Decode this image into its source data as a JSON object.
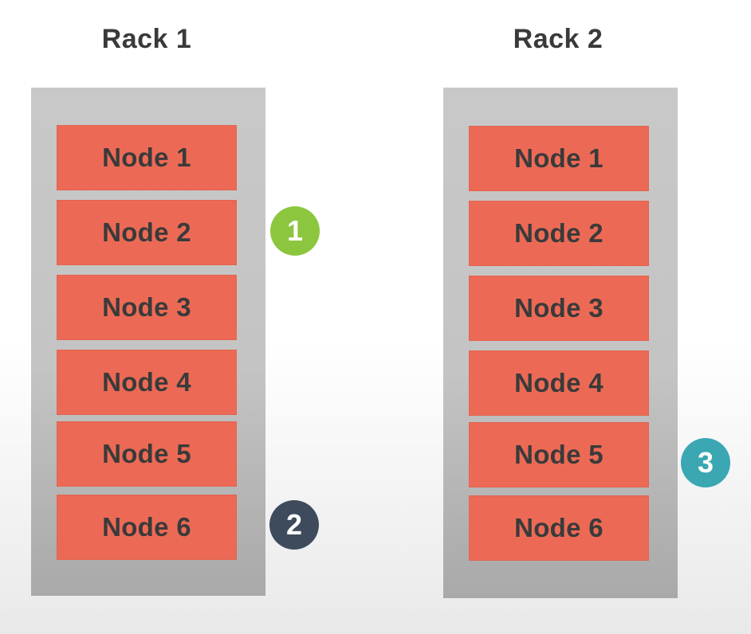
{
  "racks": [
    {
      "title": "Rack 1",
      "nodes": [
        "Node 1",
        "Node 2",
        "Node 3",
        "Node 4",
        "Node 5",
        "Node 6"
      ]
    },
    {
      "title": "Rack 2",
      "nodes": [
        "Node 1",
        "Node 2",
        "Node 3",
        "Node 4",
        "Node 5",
        "Node 6"
      ]
    }
  ],
  "markers": [
    {
      "label": "1",
      "color": "#8cc63f"
    },
    {
      "label": "2",
      "color": "#3d4b5c"
    },
    {
      "label": "3",
      "color": "#3aa7b3"
    }
  ],
  "colors": {
    "node": "#ec6a55",
    "rack": "#c6c6c6",
    "text": "#3a3a3a"
  }
}
